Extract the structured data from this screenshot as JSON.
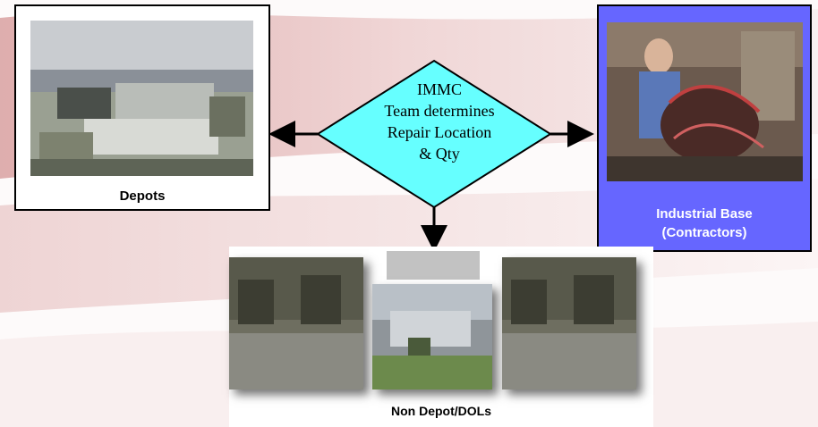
{
  "decision": {
    "lines": [
      "IMMC",
      "Team determines",
      "Repair Location",
      "& Qty"
    ]
  },
  "nodes": {
    "depots": {
      "label": "Depots"
    },
    "industrial": {
      "label_line1": "Industrial Base",
      "label_line2": "(Contractors)"
    },
    "non_depot": {
      "label": "Non Depot/DOLs"
    }
  },
  "colors": {
    "diamond_fill": "#66ffff",
    "industrial_panel": "#6666ff",
    "industrial_text": "#ffffff"
  }
}
